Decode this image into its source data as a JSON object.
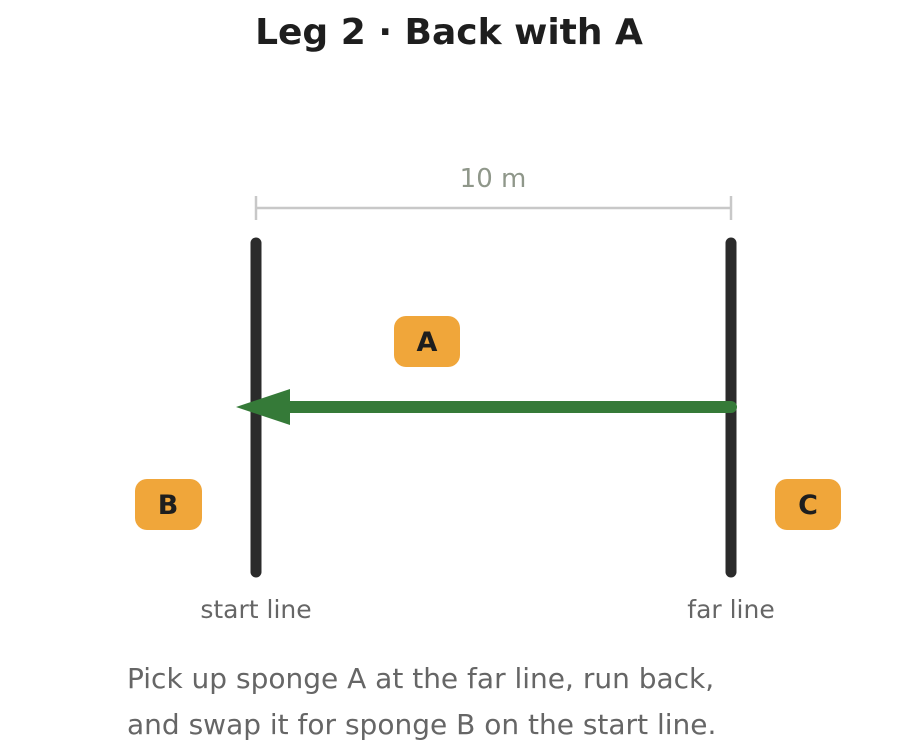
{
  "title": "Leg 2 · Back with A",
  "distance_label": "10 m",
  "lines": {
    "start": "start line",
    "far": "far line"
  },
  "sponges": {
    "a": "A",
    "b": "B",
    "c": "C"
  },
  "caption": {
    "line1": "Pick up sponge A at the far line, run back,",
    "line2": "and swap it for sponge B on the start line."
  },
  "colors": {
    "line": "#2b2b2b",
    "arrow": "#357a38",
    "sponge": "#f0a63a",
    "measure": "#c8c8c8"
  },
  "arrow_direction": "far-to-start"
}
